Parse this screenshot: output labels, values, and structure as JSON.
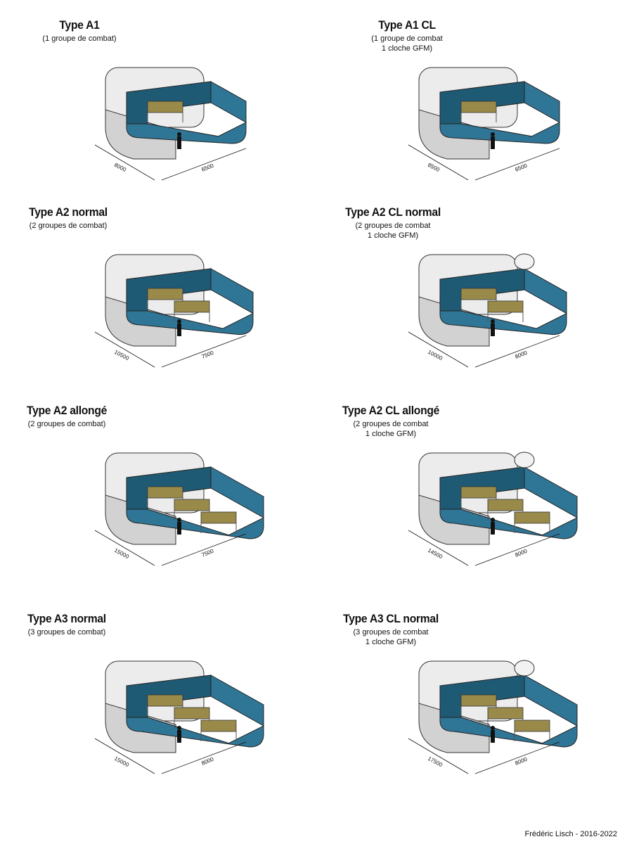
{
  "credit": "Frédéric Lisch - 2016-2022",
  "colors": {
    "teal": "#2f7596",
    "teal_dark": "#1f5a74",
    "concrete": "#ececec",
    "concrete_shade": "#d2d2d2",
    "bunk": "#9a8a4a",
    "frame": "#e8e8e8",
    "figure": "#111111",
    "barrel": "#c0501e"
  },
  "panels": [
    {
      "title": "Type A1",
      "sub1": "(1 groupe de combat)",
      "sub2": "",
      "dim_a": "8000",
      "dim_b": "6500",
      "dome": false,
      "size": "s1",
      "beds": 1
    },
    {
      "title": "Type A1 CL",
      "sub1": "(1 groupe de combat",
      "sub2": "1 cloche GFM)",
      "dim_a": "8500",
      "dim_b": "6500",
      "dome": false,
      "size": "s1",
      "beds": 1
    },
    {
      "title": "Type A2 normal",
      "sub1": "(2 groupes de combat)",
      "sub2": "",
      "dim_a": "10500",
      "dim_b": "7500",
      "dome": false,
      "size": "s2",
      "beds": 2
    },
    {
      "title": "Type A2 CL normal",
      "sub1": "(2 groupes de combat",
      "sub2": "1 cloche GFM)",
      "dim_a": "10000",
      "dim_b": "8000",
      "dome": true,
      "size": "s2",
      "beds": 2
    },
    {
      "title": "Type A2 allongé",
      "sub1": "(2 groupes de combat)",
      "sub2": "",
      "dim_a": "15000",
      "dim_b": "7500",
      "dome": false,
      "size": "s3",
      "beds": 3
    },
    {
      "title": "Type A2 CL allongé",
      "sub1": "(2 groupes de combat",
      "sub2": "1 cloche GFM)",
      "dim_a": "14500",
      "dim_b": "8000",
      "dome": true,
      "size": "s3",
      "beds": 3
    },
    {
      "title": "Type A3 normal",
      "sub1": "(3 groupes de combat)",
      "sub2": "",
      "dim_a": "15000",
      "dim_b": "8000",
      "dome": false,
      "size": "s3",
      "beds": 3
    },
    {
      "title": "Type A3 CL normal",
      "sub1": "(3 groupes de combat",
      "sub2": "1 cloche GFM)",
      "dim_a": "17500",
      "dim_b": "8000",
      "dome": true,
      "size": "s3",
      "beds": 3
    }
  ]
}
